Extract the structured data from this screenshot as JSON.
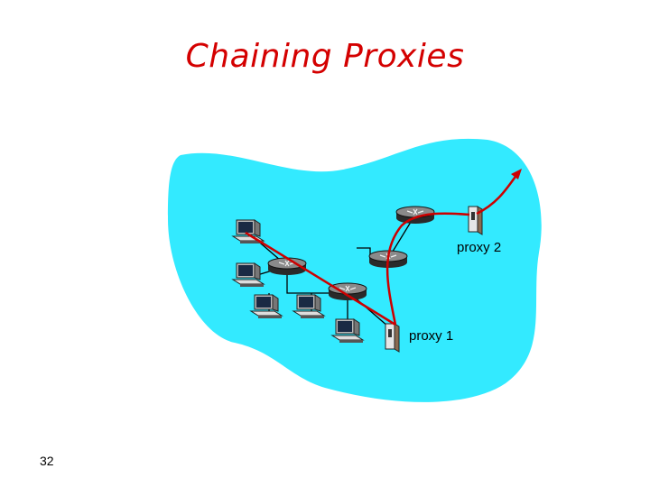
{
  "slide": {
    "title": "Chaining Proxies",
    "page_number": "32"
  },
  "network": {
    "labels": {
      "proxy_1": "proxy 1",
      "proxy_2": "proxy 2"
    },
    "colors": {
      "cloud": "#33eaff",
      "path": "#cc0000",
      "title": "#d40000"
    }
  }
}
